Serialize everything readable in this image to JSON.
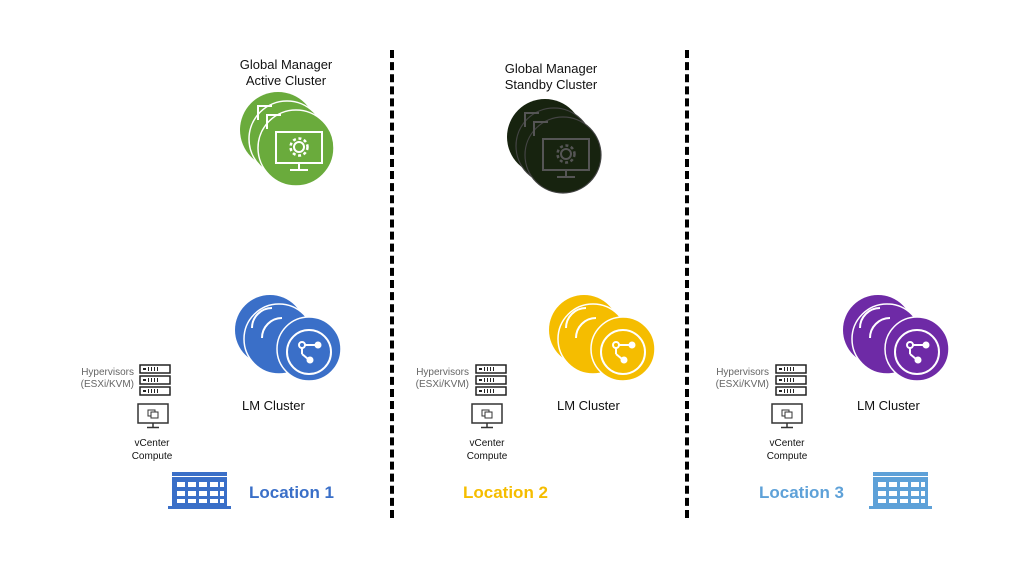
{
  "global_managers": [
    {
      "line1": "Global Manager",
      "line2": "Active Cluster",
      "color": "#6aab3c"
    },
    {
      "line1": "Global Manager",
      "line2": "Standby Cluster",
      "color": "#17230f"
    }
  ],
  "locations": [
    {
      "name": "Location 1",
      "color": "#3a6fc8",
      "lm_label": "LM Cluster",
      "lm_color": "#3a6fc8",
      "hypervisors_line1": "Hypervisors",
      "hypervisors_line2": "(ESXi/KVM)",
      "vcenter_line1": "vCenter",
      "vcenter_line2": "Compute",
      "building_color": "#3a6fc8"
    },
    {
      "name": "Location 2",
      "color": "#f5bd00",
      "lm_label": "LM Cluster",
      "lm_color": "#f5bd00",
      "hypervisors_line1": "Hypervisors",
      "hypervisors_line2": "(ESXi/KVM)",
      "vcenter_line1": "vCenter",
      "vcenter_line2": "Compute"
    },
    {
      "name": "Location 3",
      "color": "#5ea1d8",
      "lm_label": "LM Cluster",
      "lm_color": "#6e2aa6",
      "hypervisors_line1": "Hypervisors",
      "hypervisors_line2": "(ESXi/KVM)",
      "vcenter_line1": "vCenter",
      "vcenter_line2": "Compute",
      "building_color": "#5ea1d8"
    }
  ],
  "icons": {
    "gm_cluster": "monitor-gear-icon",
    "lm_cluster": "network-nodes-icon",
    "hypervisor": "server-rack-icon",
    "vcenter": "monitor-icon",
    "building": "datacenter-building-icon"
  }
}
